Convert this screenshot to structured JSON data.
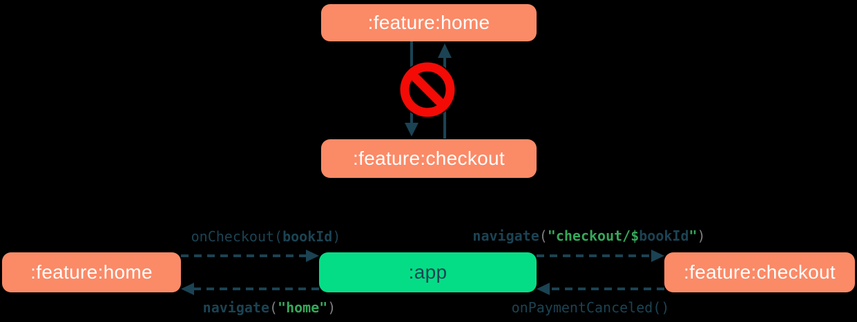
{
  "diagram": {
    "description_colors": {
      "feature_module_fill": "#FB8A67",
      "app_module_fill": "#05DD86",
      "module_text_on_salmon": "#FFFFFF",
      "module_text_on_green": "#1B4353",
      "arrow_color": "#1B4353",
      "forbidden_icon_red": "#F40B06",
      "code_navy": "#1B4353",
      "code_string_green": "#35A85A",
      "code_paren_gray": "#7F7F7F",
      "background": "#000000"
    },
    "top": {
      "home_label": ":feature:home",
      "checkout_label": ":feature:checkout",
      "icon": "no-entry-icon"
    },
    "bottom": {
      "home_label": ":feature:home",
      "app_label": ":app",
      "checkout_label": ":feature:checkout"
    },
    "code": {
      "on_checkout": {
        "fn": "onCheckout(",
        "arg": "bookId",
        "close": ")"
      },
      "navigate_home": {
        "fn": "navigate",
        "open": "(",
        "str": "\"home\"",
        "close": ")"
      },
      "navigate_checkout": {
        "fn": "navigate",
        "open": "(",
        "str_open": "\"checkout/",
        "dollar": "$",
        "var": "bookId",
        "str_close": "\"",
        "close": ")"
      },
      "on_payment_canceled": {
        "text": "onPaymentCanceled()"
      }
    }
  }
}
